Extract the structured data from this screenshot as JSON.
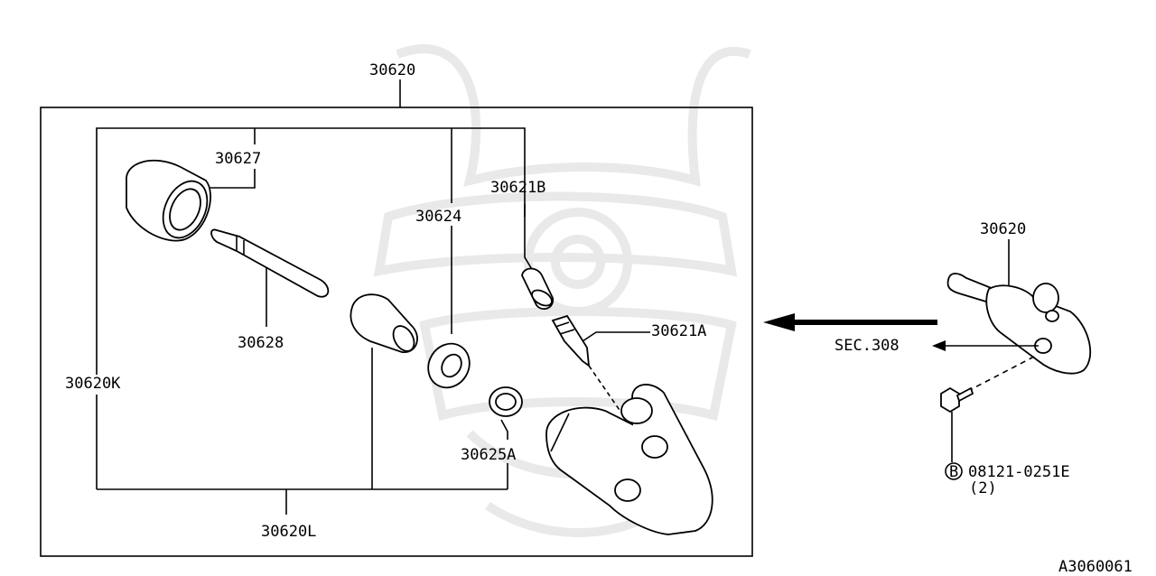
{
  "diagram": {
    "labels": {
      "assembly_main": "30620",
      "boot": "30627",
      "push_rod": "30628",
      "piston": "30624",
      "bleeder_cap": "30621B",
      "bleeder_screw": "30621A",
      "kit_k": "30620K",
      "kit_l": "30620L",
      "piston_cup": "30625A",
      "assembly_small": "30620",
      "section_ref": "SEC.308",
      "bolt_part_no": "08121-0251E",
      "bolt_symbol": "B",
      "bolt_qty": "(2)",
      "figure_code": "A3060061"
    }
  }
}
